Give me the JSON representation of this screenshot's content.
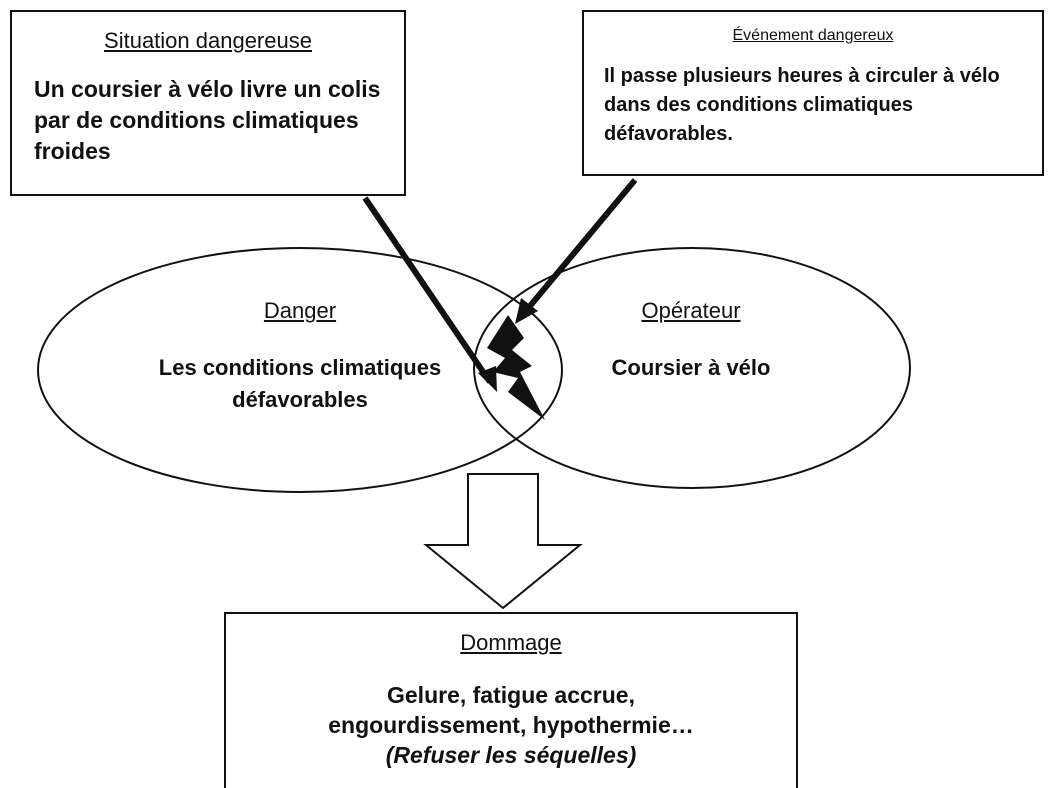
{
  "situation": {
    "title": "Situation dangereuse",
    "body": "Un coursier à vélo livre un colis par de conditions climatiques froides"
  },
  "evenement": {
    "title": "Événement dangereux",
    "body": "Il passe plusieurs heures à circuler à vélo dans des conditions climatiques défavorables."
  },
  "danger": {
    "title": "Danger",
    "body": "Les conditions climatiques défavorables"
  },
  "operateur": {
    "title": "Opérateur",
    "body": "Coursier à vélo"
  },
  "dommage": {
    "title": "Dommage",
    "body_line1": "Gelure, fatigue accrue,",
    "body_line2": "engourdissement, hypothermie…",
    "body_line3": "(Refuser les séquelles)"
  }
}
